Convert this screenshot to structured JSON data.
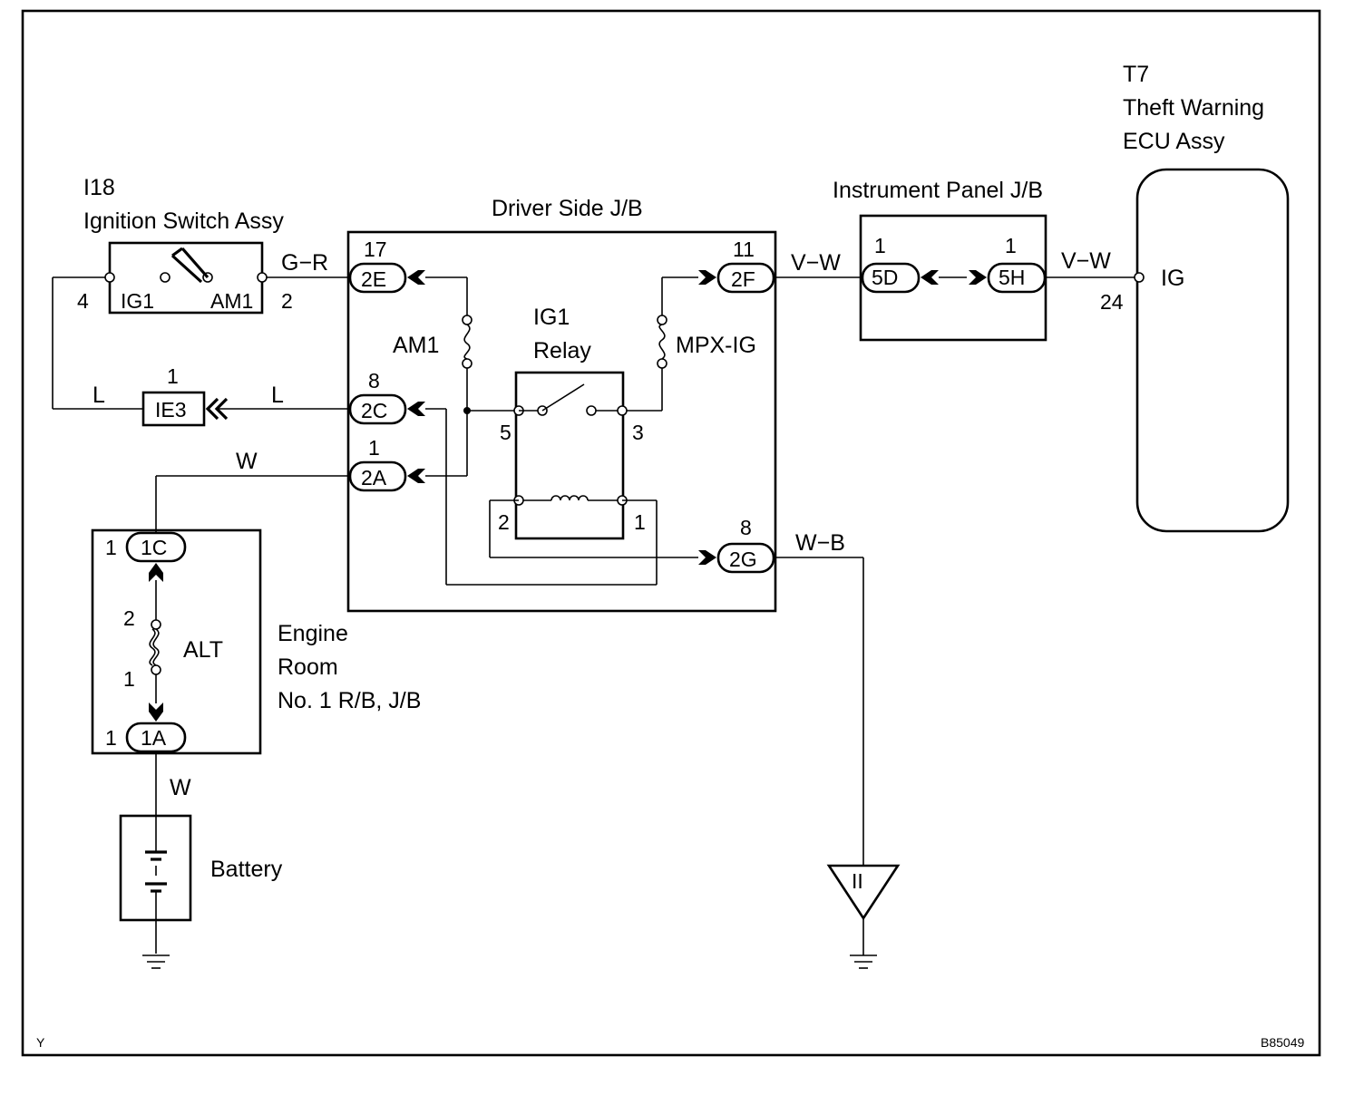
{
  "components": {
    "ignition_switch": {
      "code": "I18",
      "name": "Ignition Switch Assy",
      "terminal_ig1": "IG1",
      "terminal_am1": "AM1",
      "pin_ig1": "4",
      "pin_am1": "2"
    },
    "driver_jb": {
      "title": "Driver Side J/B",
      "fuse_am1": "AM1",
      "fuse_mpx": "MPX-IG",
      "relay_line1": "IG1",
      "relay_line2": "Relay",
      "relay_pins": [
        "5",
        "3",
        "2",
        "1"
      ]
    },
    "instrument_jb": {
      "title": "Instrument Panel J/B"
    },
    "ecu": {
      "code": "T7",
      "name_line1": "Theft Warning",
      "name_line2": "ECU Assy",
      "terminal": "IG",
      "pin": "24"
    },
    "engine_jb": {
      "line1": "Engine",
      "line2": "Room",
      "line3": "No. 1 R/B, J/B",
      "fuse": "ALT",
      "fuse_pin_top": "2",
      "fuse_pin_bottom": "1"
    },
    "battery": {
      "name": "Battery"
    },
    "ground_block": {
      "label": "II"
    }
  },
  "connectors": {
    "2E": {
      "label": "2E",
      "pin": "17"
    },
    "2C": {
      "label": "2C",
      "pin": "8"
    },
    "2A": {
      "label": "2A",
      "pin": "1"
    },
    "2F": {
      "label": "2F",
      "pin": "11"
    },
    "2G": {
      "label": "2G",
      "pin": "8"
    },
    "5D": {
      "label": "5D",
      "pin": "1"
    },
    "5H": {
      "label": "5H",
      "pin": "1"
    },
    "IE3": {
      "label": "IE3",
      "pin": "1"
    },
    "1C": {
      "label": "1C",
      "pin": "1"
    },
    "1A": {
      "label": "1A",
      "pin": "1"
    }
  },
  "wires": {
    "gr": "G−R",
    "l_left": "L",
    "l_right": "L",
    "w_top": "W",
    "w_bottom": "W",
    "vw_left": "V−W",
    "vw_right": "V−W",
    "wb": "W−B"
  },
  "footer": {
    "left": "Y",
    "right": "B85049"
  }
}
